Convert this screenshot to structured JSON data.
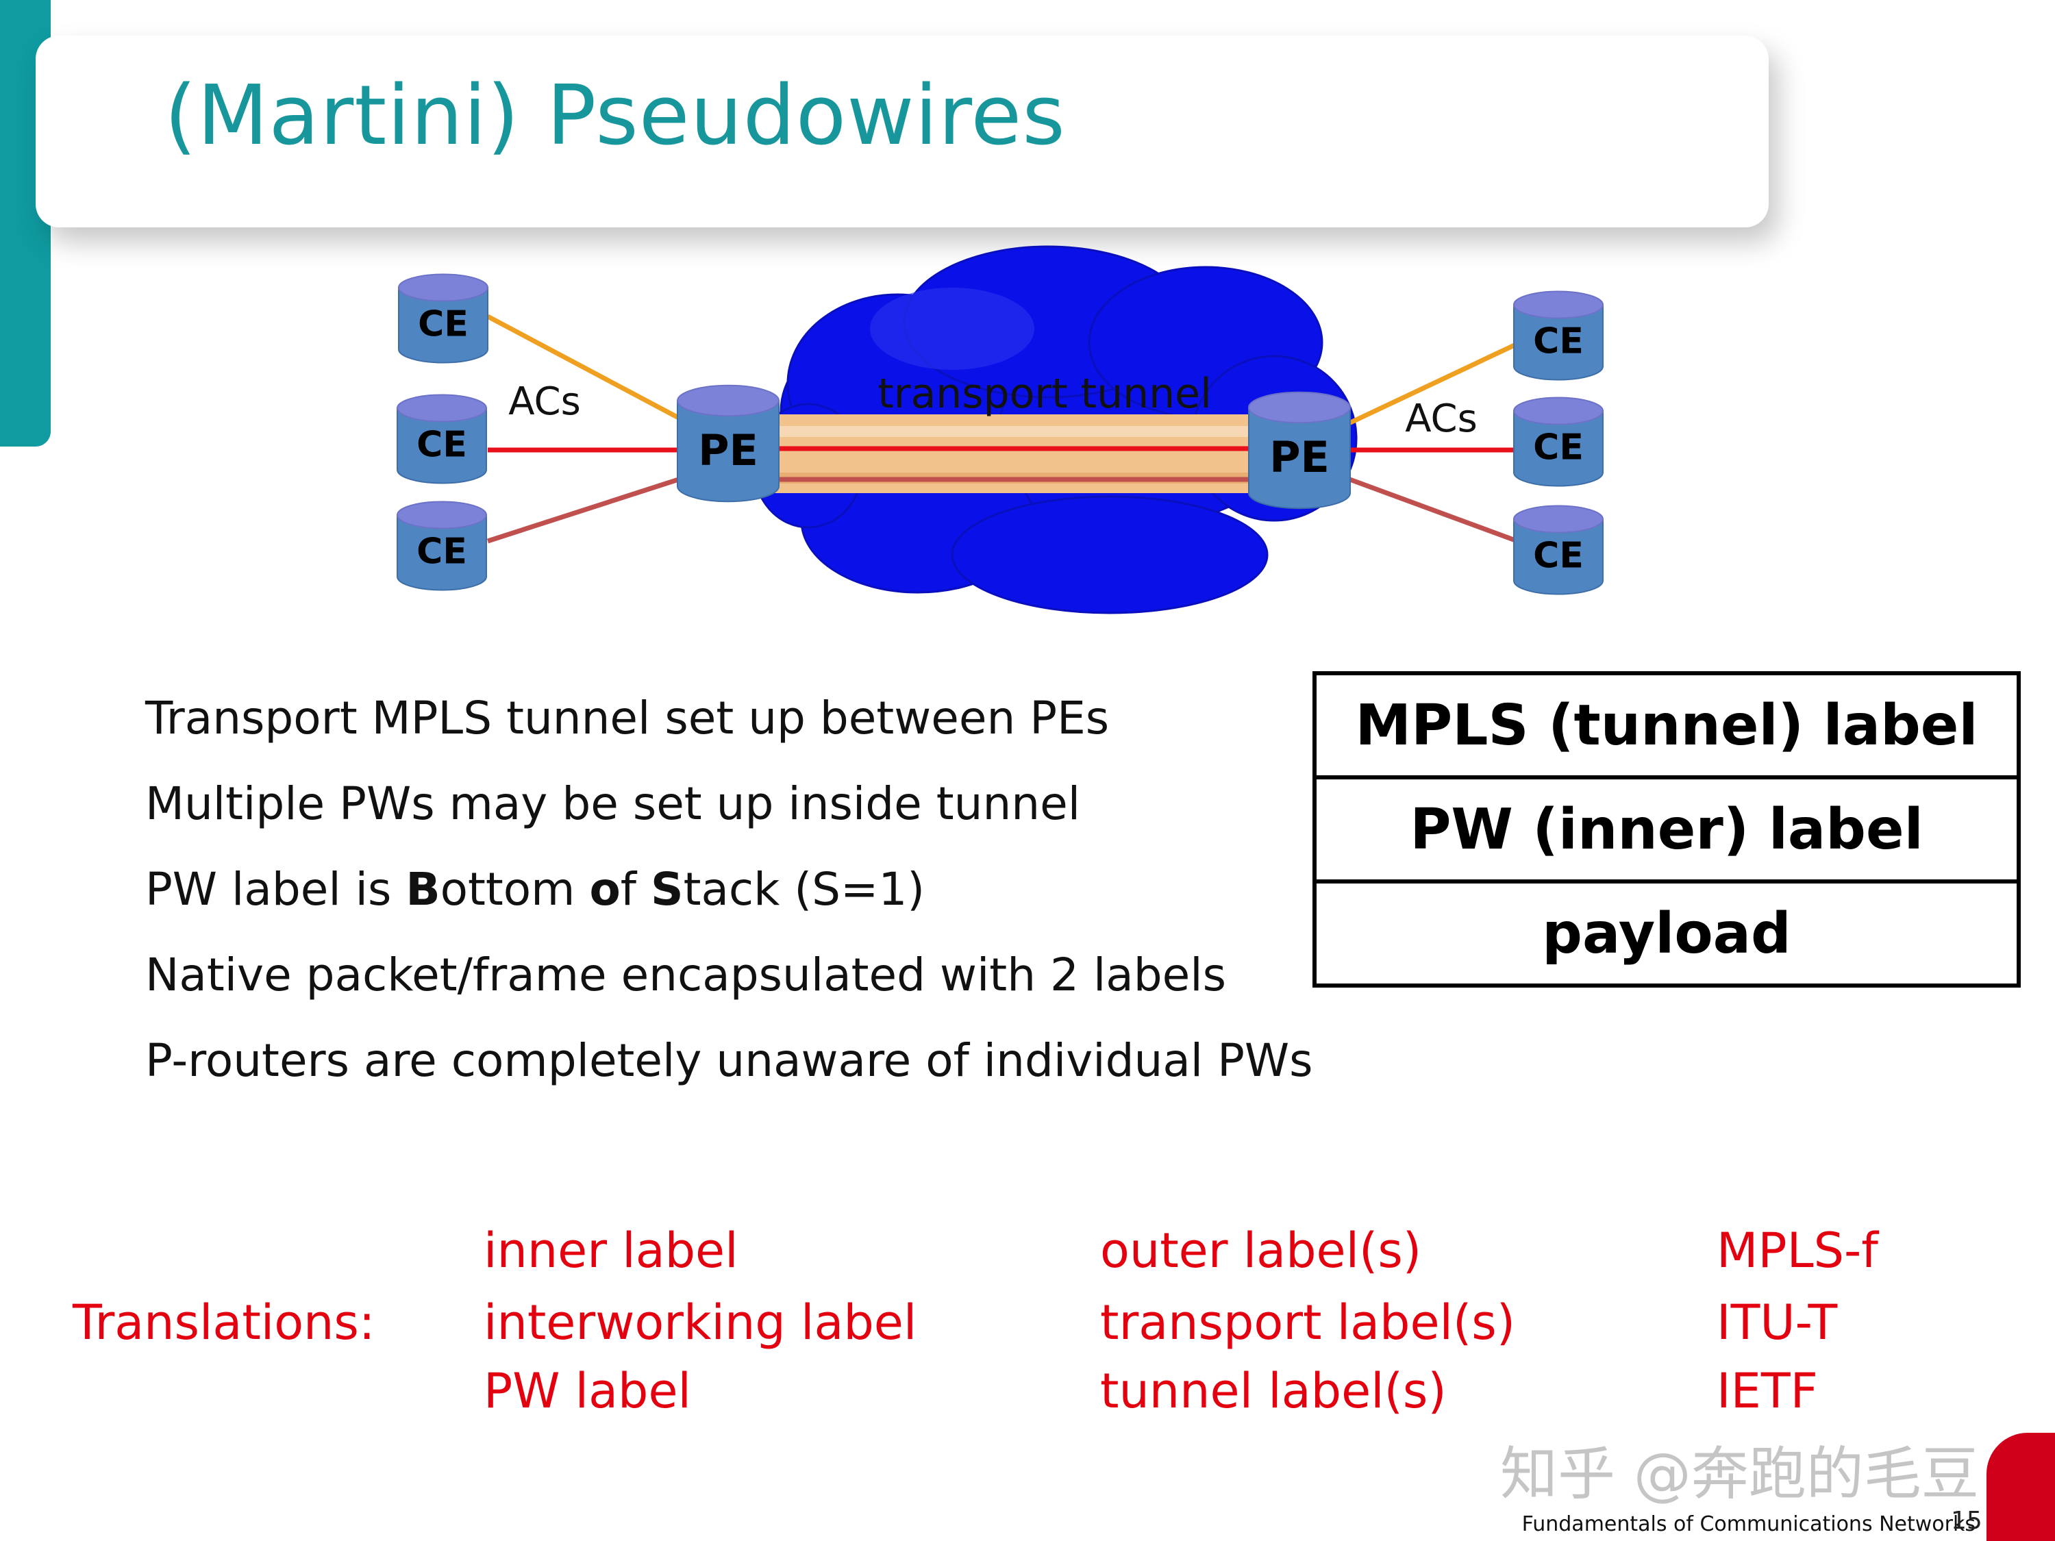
{
  "title": "(Martini) Pseudowires",
  "diagram": {
    "ce_label": "CE",
    "pe_label": "PE",
    "acs_left": "ACs",
    "acs_right": "ACs",
    "tunnel_label": "transport tunnel",
    "colors": {
      "cloud": "#0a11e8",
      "node_body": "#4f86c2",
      "node_top": "#7b82d8",
      "ac_orange": "#f0a020",
      "ac_red": "#e8101a",
      "ac_darkred": "#c0504d",
      "tunnel_tan": "#f2c28d"
    }
  },
  "bullets": [
    {
      "parts": [
        {
          "t": "Transport MPLS tunnel set up between PEs"
        }
      ]
    },
    {
      "parts": [
        {
          "t": "Multiple PWs may be set up inside tunnel"
        }
      ]
    },
    {
      "parts": [
        {
          "t": "PW label is "
        },
        {
          "t": "B",
          "b": true
        },
        {
          "t": "ottom "
        },
        {
          "t": "o",
          "b": true
        },
        {
          "t": "f "
        },
        {
          "t": "S",
          "b": true
        },
        {
          "t": "tack (S=1)"
        }
      ]
    },
    {
      "parts": [
        {
          "t": "Native packet/frame encapsulated with 2 labels"
        }
      ]
    },
    {
      "parts": [
        {
          "t": "P-routers are completely unaware of individual PWs"
        }
      ]
    }
  ],
  "label_stack": [
    "MPLS (tunnel) label",
    "PW (inner) label",
    "payload"
  ],
  "translations": {
    "heading": "Translations:",
    "col1": [
      "inner label",
      "interworking label",
      "PW label"
    ],
    "col2": [
      "outer label(s)",
      "transport label(s)",
      "tunnel label(s)"
    ],
    "col3": [
      "MPLS-f",
      "ITU-T",
      "IETF"
    ]
  },
  "watermark": "知乎 @奔跑的毛豆",
  "footer": "Fundamentals of Communications Networks",
  "page_number": "15"
}
